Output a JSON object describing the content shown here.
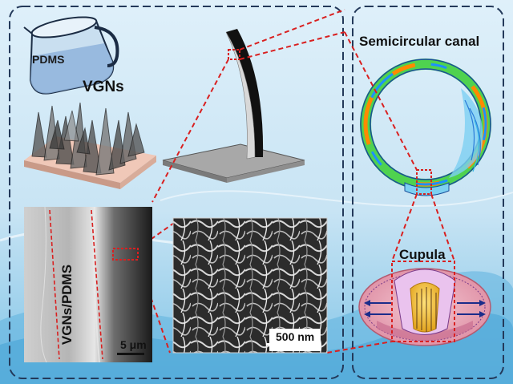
{
  "labels": {
    "pdms": "PDMS",
    "vgns": "VGNs",
    "semicircular_canal": "Semicircular canal",
    "cupula": "Cupula",
    "cross_section": "VGNs/PDMS",
    "scale_bar_cross_section": "5 μm",
    "scale_bar_sem": "500 nm"
  },
  "colors": {
    "frame_border": "#23395a",
    "callout_red": "#d92020",
    "substrate_pink": "#e9c3b6",
    "plate_gray": "#9a9a9a",
    "cupula_pink": "#e9a2b3"
  }
}
